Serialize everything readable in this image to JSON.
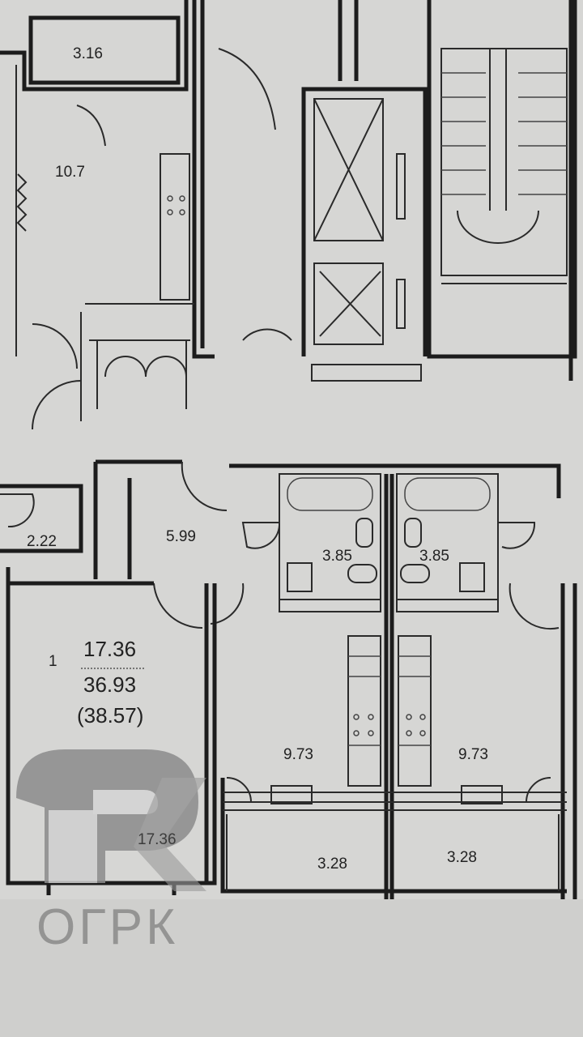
{
  "plan": {
    "rooms": {
      "storage_top": "3.16",
      "kitchen_top": "10.7",
      "storage_left": "2.22",
      "hall": "5.99",
      "bath_left": "3.85",
      "bath_right": "3.85",
      "kitchen_left": "9.73",
      "kitchen_right": "9.73",
      "balcony_left": "3.28",
      "balcony_right": "3.28",
      "living_room": "17.36"
    },
    "apartment": {
      "rooms_count": "1",
      "living_area": "17.36",
      "total_area": "36.93",
      "total_with_balcony": "(38.57)"
    }
  },
  "watermark": {
    "text": "ОГРК"
  },
  "colors": {
    "paper": "#d6d6d4",
    "wall": "#1c1c1c",
    "watermark": "#8a8a8a"
  }
}
